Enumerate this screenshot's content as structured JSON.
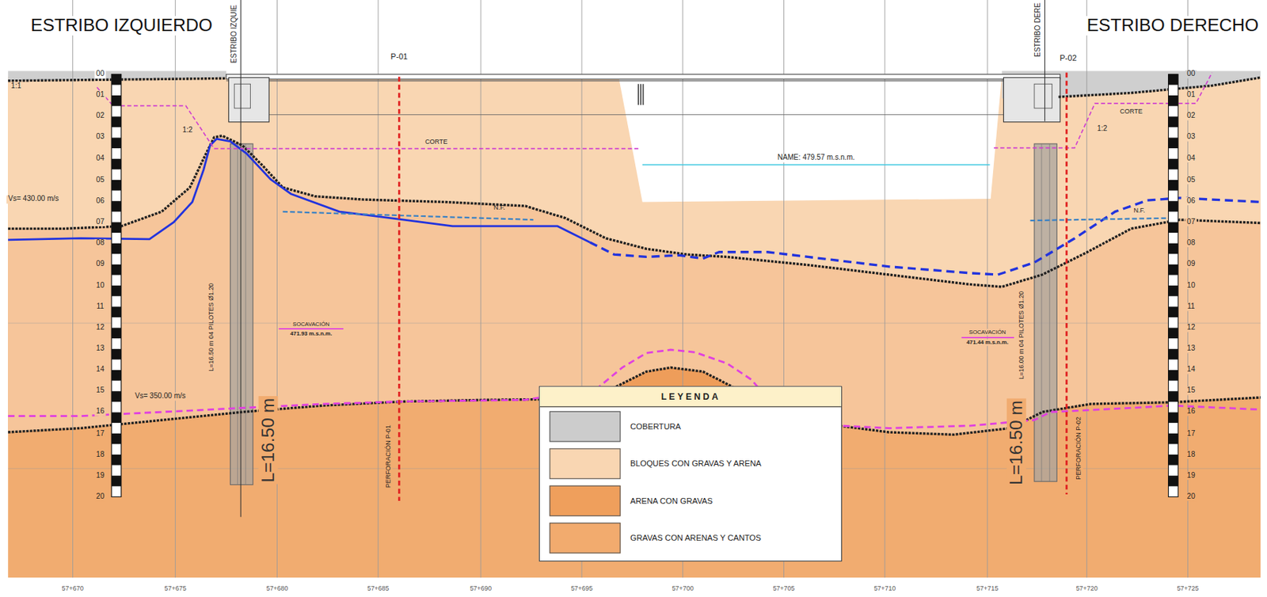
{
  "diagram": {
    "labels": [
      "ESTRIBO IZQUIERDO",
      "ESTRIBO DERECHO",
      "ESTRIBO IZQUIE",
      "ESTRIBO DERE",
      "P-01",
      "P-02",
      "1:1",
      "1:2",
      "1:2",
      "CORTE",
      "CORTE",
      "NAME: 479.57 m.s.n.m.",
      "N.F.",
      "N.F.",
      "Vs= 430.00 m/s",
      "Vs= 350.00 m/s",
      "SOCAVACIÓN",
      "471.93 m.s.n.m.",
      "SOCAVACIÓN",
      "471.44 m.s.n.m.",
      "L=16.50 m 04 PILOTES Ø1.20",
      "L=16.00 m 04 PILOTES Ø1.20",
      "L=16.50 m",
      "L=16.50 m",
      "PERFORACIÓN P-01",
      "PERFORACIÓN P-02",
      "LEYENDA",
      "57+670",
      "57+675",
      "57+680",
      "57+685",
      "57+690",
      "57+695",
      "57+700",
      "57+705",
      "57+710",
      "57+715",
      "57+720",
      "57+725",
      "00",
      "01",
      "02",
      "03",
      "04",
      "05",
      "06",
      "07",
      "08",
      "09",
      "10",
      "11",
      "12",
      "13",
      "14",
      "15",
      "16",
      "17",
      "18",
      "19",
      "20",
      "00",
      "01",
      "02",
      "03",
      "04",
      "05",
      "06",
      "07",
      "08",
      "09",
      "10",
      "11",
      "12",
      "13",
      "14",
      "15",
      "16",
      "17",
      "18",
      "19",
      "20"
    ],
    "legend": [
      {
        "text": "COBERTURA",
        "color": "#cccccc"
      },
      {
        "text": "BLOQUES CON GRAVAS Y ARENA",
        "color": "#f9d6b2"
      },
      {
        "text": "ARENA CON GRAVAS",
        "color": "#ef9f5c"
      },
      {
        "text": "GRAVAS CON ARENAS Y CANTOS",
        "color": "#f2ab6e"
      }
    ]
  }
}
